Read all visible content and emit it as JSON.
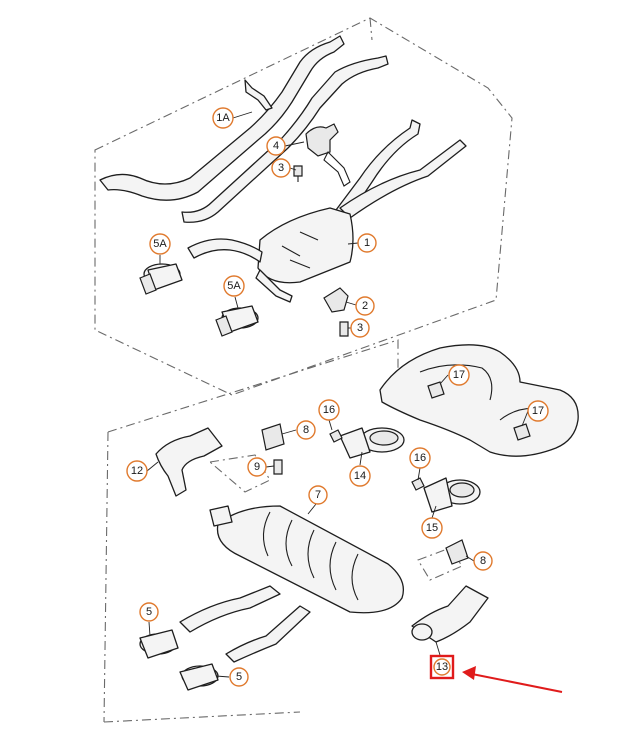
{
  "callouts": {
    "c1A": "1A",
    "c4": "4",
    "c3a": "3",
    "c5Aa": "5A",
    "c1": "1",
    "c5Ab": "5A",
    "c2": "2",
    "c3b": "3",
    "c17a": "17",
    "c17b": "17",
    "c16a": "16",
    "c8a": "8",
    "c12": "12",
    "c9": "9",
    "c14": "14",
    "c16b": "16",
    "c7": "7",
    "c15": "15",
    "c8b": "8",
    "c5a": "5",
    "c5b": "5",
    "c13": "13"
  },
  "colors": {
    "callout_ring": "#e07a2e",
    "highlight": "#e01b1b"
  }
}
